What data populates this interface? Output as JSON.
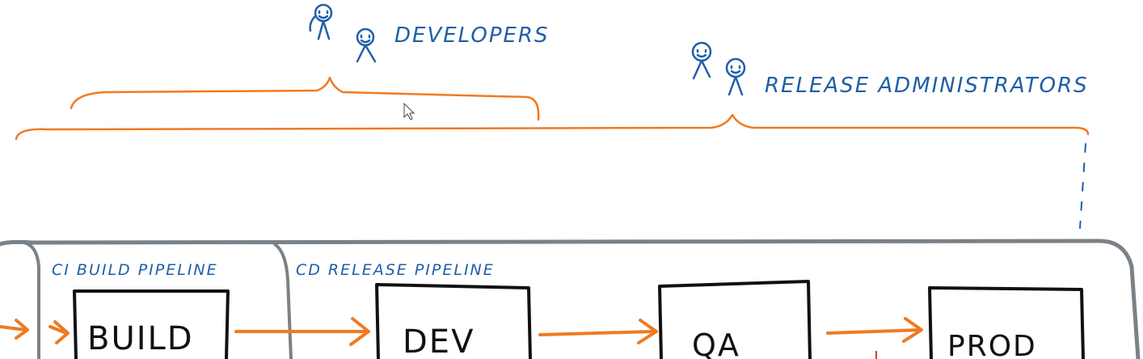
{
  "colors": {
    "orange": "#f07a22",
    "blue": "#1f5fa8",
    "black": "#111111",
    "grey": "#7a8288"
  },
  "roles": {
    "developers": "DEVELOPERS",
    "release_admins": "RELEASE ADMINISTRATORS"
  },
  "pipelines": {
    "ci": "CI BUILD PIPELINE",
    "cd": "CD RELEASE PIPELINE"
  },
  "stages": [
    {
      "label": "BUILD"
    },
    {
      "label": "DEV"
    },
    {
      "label": "QA"
    },
    {
      "label": "PROD"
    }
  ]
}
